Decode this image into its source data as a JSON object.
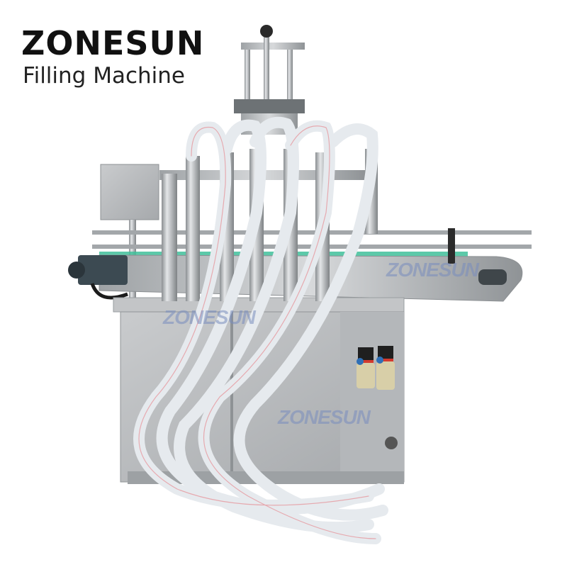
{
  "image": {
    "brand": "ZONESUN",
    "subtitle": "Filling Machine",
    "subject": "Piston liquid filling machine with conveyor",
    "watermarks": [
      "ZONESUN",
      "ZONESUN",
      "ZONESUN"
    ],
    "colors": {
      "background": "#ffffff",
      "steel": "#b9bcbf",
      "steel_dark": "#8f9396",
      "hose": "#e6eaee",
      "hose_stripe": "#e79aa0",
      "conveyor_belt": "#3fbf9a",
      "motor": "#3c4a52",
      "filter_bowl": "#d8cfa8",
      "regulator_cap": "#1f1f1f",
      "regulator_ring": "#d33a2e",
      "knob_blue": "#2f6fb6"
    }
  }
}
